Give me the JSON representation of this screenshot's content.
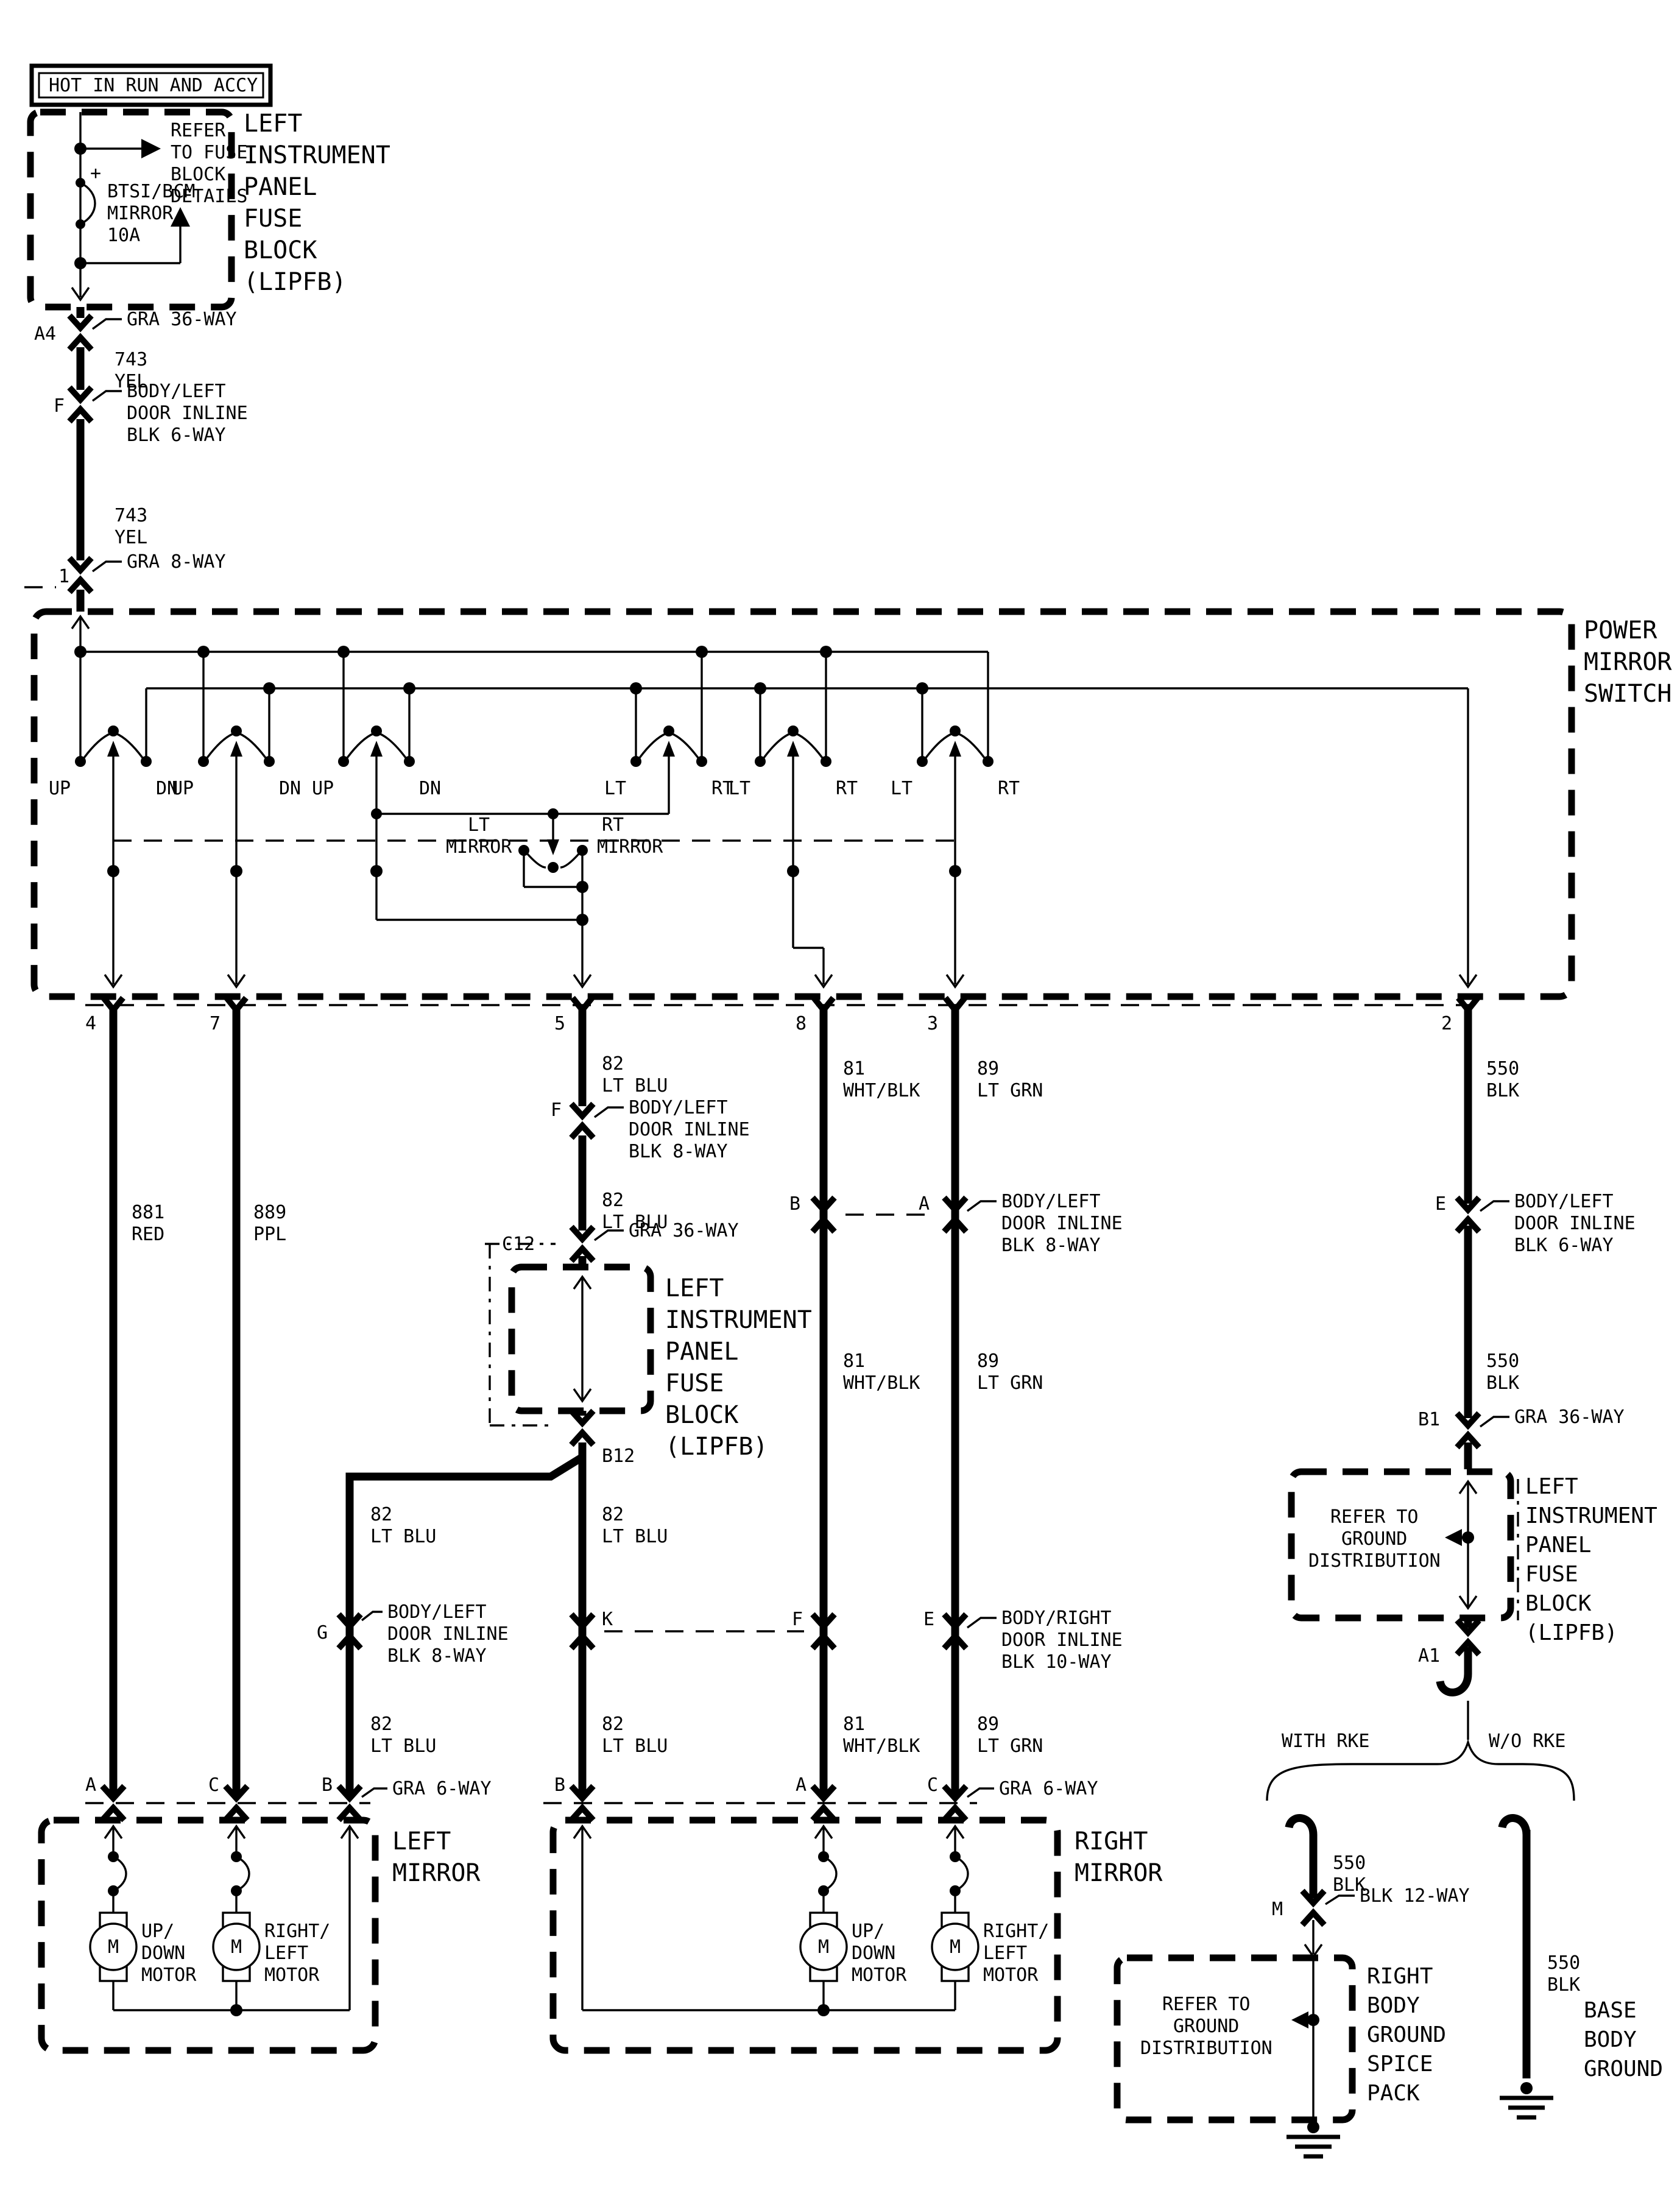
{
  "title": "HOT IN RUN AND ACCY",
  "fuse_block_top": {
    "refer": [
      "REFER",
      "TO FUSE",
      "BLOCK",
      "DETAILS"
    ],
    "fuse": [
      "BTSI/BCM",
      "MIRROR",
      "10A"
    ],
    "plus": "+"
  },
  "lipfb_label": [
    "LEFT",
    "INSTRUMENT",
    "PANEL",
    "FUSE",
    "BLOCK",
    "(LIPFB)"
  ],
  "refer_ground": [
    "REFER TO",
    "GROUND",
    "DISTRIBUTION"
  ],
  "connectors": {
    "a4": "A4",
    "b1": "B1",
    "a1": "A1",
    "b12": "B12",
    "c12": "C12",
    "p1": "1",
    "a": "A",
    "b": "B",
    "c": "C",
    "e": "E",
    "f": "F",
    "g": "G",
    "k": "K",
    "m": "M",
    "gra36": "GRA 36-WAY",
    "gra8": "GRA 8-WAY",
    "gra6": "GRA 6-WAY",
    "blk12": "BLK 12-WAY",
    "inline6": [
      "BODY/LEFT",
      "DOOR INLINE",
      "BLK 6-WAY"
    ],
    "inline8": [
      "BODY/LEFT",
      "DOOR INLINE",
      "BLK 8-WAY"
    ],
    "inline10": [
      "BODY/RIGHT",
      "DOOR INLINE",
      "BLK 10-WAY"
    ]
  },
  "wires": {
    "w743": [
      "743",
      "YEL"
    ],
    "w881": [
      "881",
      "RED"
    ],
    "w889": [
      "889",
      "PPL"
    ],
    "w82": [
      "82",
      "LT BLU"
    ],
    "w81": [
      "81",
      "WHT/BLK"
    ],
    "w89": [
      "89",
      "LT GRN"
    ],
    "w550": [
      "550",
      "BLK"
    ]
  },
  "switch": {
    "label": [
      "POWER",
      "MIRROR",
      "SWITCH"
    ],
    "up": "UP",
    "dn": "DN",
    "lt": "LT",
    "rt": "RT",
    "lt_mirror": [
      "LT",
      "MIRROR"
    ],
    "rt_mirror": [
      "RT",
      "MIRROR"
    ],
    "pins": {
      "p4": "4",
      "p7": "7",
      "p5": "5",
      "p8": "8",
      "p3": "3",
      "p2": "2"
    }
  },
  "mirrors": {
    "left": [
      "LEFT",
      "MIRROR"
    ],
    "right": [
      "RIGHT",
      "MIRROR"
    ],
    "updown": [
      "UP/",
      "DOWN",
      "MOTOR"
    ],
    "rightleft": [
      "RIGHT/",
      "LEFT",
      "MOTOR"
    ],
    "m": "M"
  },
  "bottom": {
    "with_rke": "WITH RKE",
    "wo_rke": "W/O RKE",
    "right_body": [
      "RIGHT",
      "BODY",
      "GROUND",
      "SPICE",
      "PACK"
    ],
    "base_body": [
      "BASE",
      "BODY",
      "GROUND"
    ]
  }
}
